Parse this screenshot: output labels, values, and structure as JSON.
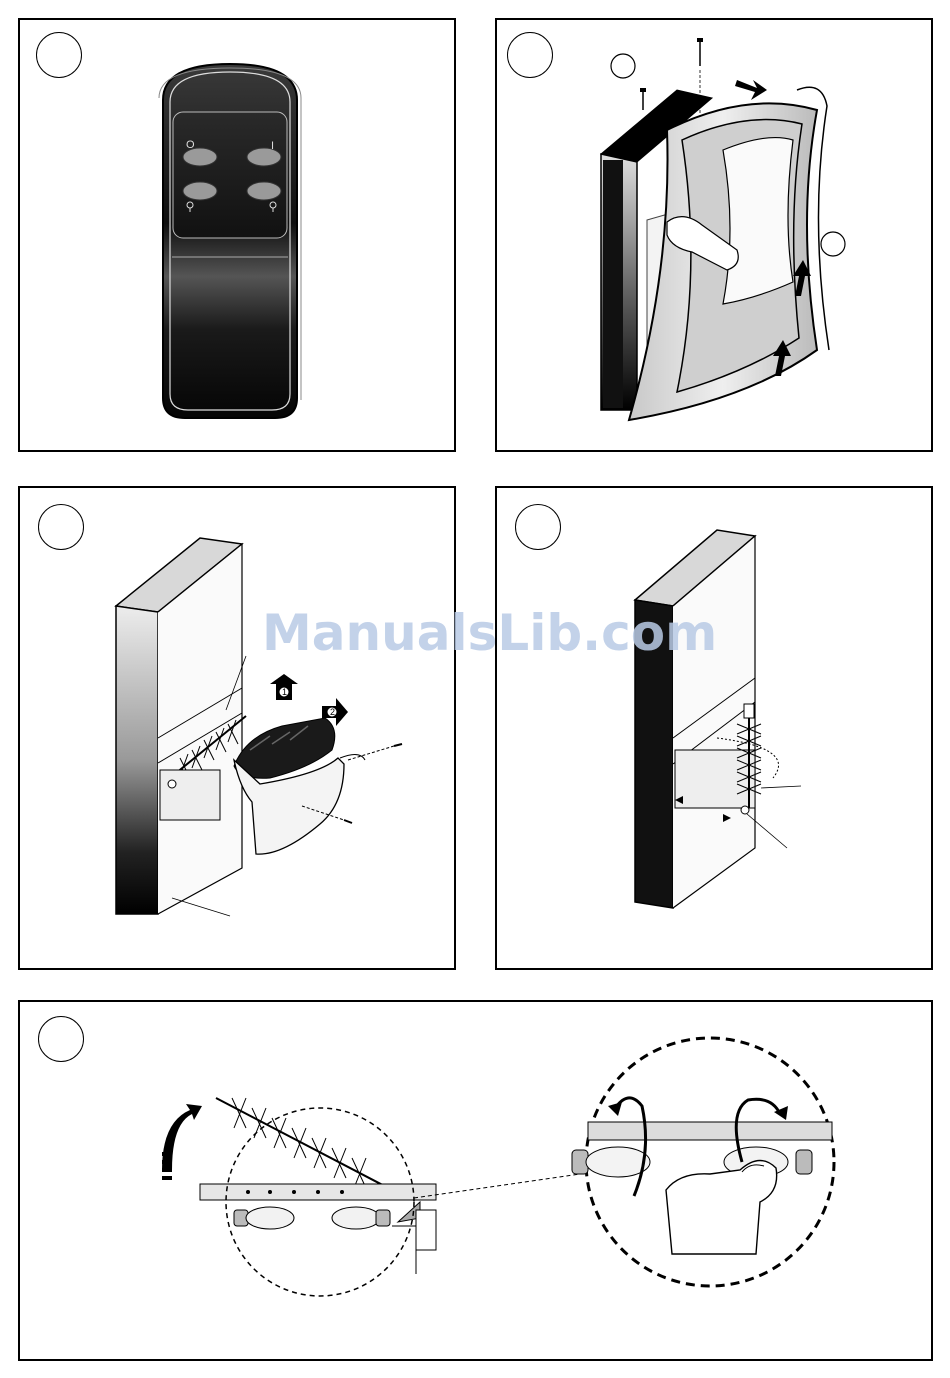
{
  "watermark": {
    "text": "ManualsLib.com"
  },
  "remote": {
    "labels": {
      "off": "O",
      "on": "I"
    }
  },
  "panel3": {
    "steps": {
      "one": "1",
      "two": "2"
    }
  },
  "colors": {
    "border": "#000000",
    "watermark": "#b9cbe6",
    "remote_body": "#1a1a1a"
  },
  "icons": [
    "remote-control-icon",
    "lightbulb-icon",
    "arrow-icon",
    "screw-icon",
    "hand-icon",
    "log-set-icon",
    "flame-spinner-icon",
    "halogen-bulb-icon",
    "rotate-arrow-icon"
  ]
}
